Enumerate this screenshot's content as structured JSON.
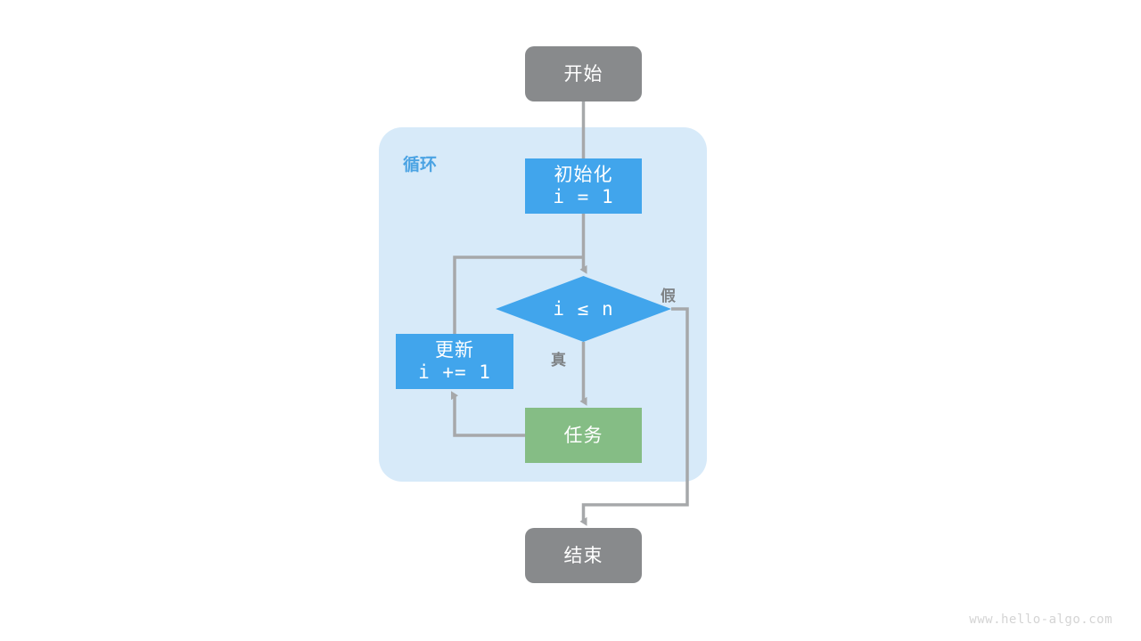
{
  "diagram": {
    "title": "for-loop-flowchart",
    "background": "#ffffff",
    "colors": {
      "terminal": "#888a8c",
      "process_blue": "#41a5ec",
      "task_green": "#85bd85",
      "group_fill": "#d7eaf9",
      "group_label": "#4ba3e3",
      "edge": "#a6a8aa",
      "edge_label": "#7f8386",
      "node_text": "#ffffff",
      "watermark": "#d4d4d4"
    },
    "group": {
      "label": "循环"
    },
    "nodes": {
      "start": {
        "label": "开始",
        "shape": "rounded-rect",
        "color": "#888a8c"
      },
      "init": {
        "line1": "初始化",
        "line2": "i = 1",
        "shape": "rect",
        "color": "#41a5ec"
      },
      "condition": {
        "label": "i ≤ n",
        "shape": "diamond",
        "color": "#41a5ec"
      },
      "update": {
        "line1": "更新",
        "line2": "i += 1",
        "shape": "rect",
        "color": "#41a5ec"
      },
      "task": {
        "label": "任务",
        "shape": "rect",
        "color": "#85bd85"
      },
      "end": {
        "label": "结束",
        "shape": "rounded-rect",
        "color": "#888a8c"
      }
    },
    "edge_labels": {
      "true_branch": "真",
      "false_branch": "假"
    },
    "watermark": "www.hello-algo.com"
  }
}
